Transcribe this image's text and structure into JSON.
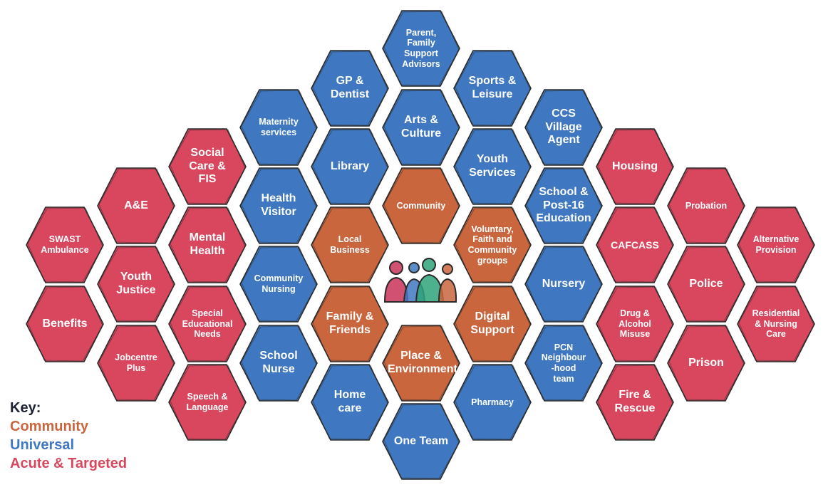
{
  "colors": {
    "community": "#c9663e",
    "universal": "#3f78c0",
    "acute": "#d9475f",
    "outline": "#2a2a2a"
  },
  "key": {
    "title": "Key:",
    "community": "Community",
    "universal": "Universal",
    "acute": "Acute & Targeted"
  },
  "hexes": [
    {
      "id": "parent-family-support-advisors",
      "label": "Parent,\nFamily\nSupport\nAdvisors",
      "cat": "universal",
      "size": "sm"
    },
    {
      "id": "gp-dentist",
      "label": "GP &\nDentist",
      "cat": "universal",
      "size": "big"
    },
    {
      "id": "sports-leisure",
      "label": "Sports &\nLeisure",
      "cat": "universal",
      "size": "big"
    },
    {
      "id": "arts-culture",
      "label": "Arts &\nCulture",
      "cat": "universal",
      "size": "big"
    },
    {
      "id": "maternity-services",
      "label": "Maternity\nservices",
      "cat": "universal",
      "size": "sm"
    },
    {
      "id": "ccs-village-agent",
      "label": "CCS\nVillage\nAgent",
      "cat": "universal",
      "size": "big"
    },
    {
      "id": "library",
      "label": "Library",
      "cat": "universal",
      "size": "big"
    },
    {
      "id": "youth-services",
      "label": "Youth\nServices",
      "cat": "universal",
      "size": "big"
    },
    {
      "id": "social-care-fis",
      "label": "Social\nCare &\nFIS",
      "cat": "acute",
      "size": "big"
    },
    {
      "id": "housing",
      "label": "Housing",
      "cat": "acute",
      "size": "big"
    },
    {
      "id": "community",
      "label": "Community",
      "cat": "community",
      "size": "sm"
    },
    {
      "id": "health-visitor",
      "label": "Health\nVisitor",
      "cat": "universal",
      "size": "big"
    },
    {
      "id": "school-post16-education",
      "label": "School &\nPost-16\nEducation",
      "cat": "universal",
      "size": "big"
    },
    {
      "id": "ae",
      "label": "A&E",
      "cat": "acute",
      "size": "big"
    },
    {
      "id": "probation",
      "label": "Probation",
      "cat": "acute",
      "size": "sm"
    },
    {
      "id": "local-business",
      "label": "Local\nBusiness",
      "cat": "community",
      "size": "sm"
    },
    {
      "id": "voluntary-faith-community",
      "label": "Voluntary,\nFaith and\nCommunity\ngroups",
      "cat": "community",
      "size": "sm"
    },
    {
      "id": "mental-health",
      "label": "Mental\nHealth",
      "cat": "acute",
      "size": "big"
    },
    {
      "id": "cafcass",
      "label": "CAFCASS",
      "cat": "acute",
      "size": "med"
    },
    {
      "id": "swast-ambulance",
      "label": "SWAST\nAmbulance",
      "cat": "acute",
      "size": "sm"
    },
    {
      "id": "alternative-provision",
      "label": "Alternative\nProvision",
      "cat": "acute",
      "size": "sm"
    },
    {
      "id": "community-nursing",
      "label": "Community\nNursing",
      "cat": "universal",
      "size": "sm"
    },
    {
      "id": "nursery",
      "label": "Nursery",
      "cat": "universal",
      "size": "big"
    },
    {
      "id": "youth-justice",
      "label": "Youth\nJustice",
      "cat": "acute",
      "size": "big"
    },
    {
      "id": "police",
      "label": "Police",
      "cat": "acute",
      "size": "big"
    },
    {
      "id": "family-friends",
      "label": "Family &\nFriends",
      "cat": "community",
      "size": "big"
    },
    {
      "id": "digital-support",
      "label": "Digital\nSupport",
      "cat": "community",
      "size": "big"
    },
    {
      "id": "special-educational-needs",
      "label": "Special\nEducational\nNeeds",
      "cat": "acute",
      "size": "sm"
    },
    {
      "id": "drug-alcohol-misuse",
      "label": "Drug &\nAlcohol\nMisuse",
      "cat": "acute",
      "size": "sm"
    },
    {
      "id": "benefits",
      "label": "Benefits",
      "cat": "acute",
      "size": "big"
    },
    {
      "id": "residential-nursing-care",
      "label": "Residential\n& Nursing\nCare",
      "cat": "acute",
      "size": "sm"
    },
    {
      "id": "place-environment",
      "label": "Place &\nEnvironment",
      "cat": "community",
      "size": "big"
    },
    {
      "id": "school-nurse",
      "label": "School\nNurse",
      "cat": "universal",
      "size": "big"
    },
    {
      "id": "pcn-neighbourhood-team",
      "label": "PCN\nNeighbour\n-hood\nteam",
      "cat": "universal",
      "size": "sm"
    },
    {
      "id": "jobcentre-plus",
      "label": "Jobcentre\nPlus",
      "cat": "acute",
      "size": "sm"
    },
    {
      "id": "prison",
      "label": "Prison",
      "cat": "acute",
      "size": "big"
    },
    {
      "id": "home-care",
      "label": "Home\ncare",
      "cat": "universal",
      "size": "big"
    },
    {
      "id": "pharmacy",
      "label": "Pharmacy",
      "cat": "universal",
      "size": "sm"
    },
    {
      "id": "speech-language",
      "label": "Speech &\nLanguage",
      "cat": "acute",
      "size": "sm"
    },
    {
      "id": "fire-rescue",
      "label": "Fire &\nRescue",
      "cat": "acute",
      "size": "big"
    },
    {
      "id": "one-team",
      "label": "One Team",
      "cat": "universal",
      "size": "big"
    }
  ]
}
